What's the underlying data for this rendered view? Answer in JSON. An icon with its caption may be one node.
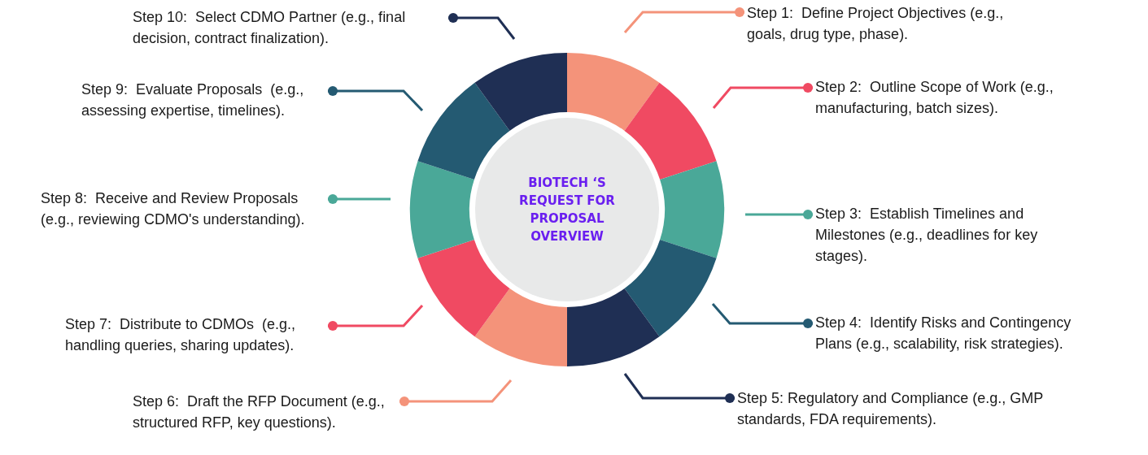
{
  "diagram": {
    "nodes": [
      {
        "text": [
          "BIOTECH ‘S REQUEST FOR PROPOSAL OVERVIEW"
        ]
      },
      {
        "text": [
          "Step 1:  Define Project Objectives (e.g., goals, drug type, phase)."
        ]
      },
      {
        "text": [
          "Step 2:  Outline Scope of Work (e.g., manufacturing, batch sizes)."
        ]
      },
      {
        "text": [
          "Step 3:  Establish Timelines and Milestones (e.g., deadlines for key stages)."
        ]
      },
      {
        "text": [
          "Step 4:  Identify Risks and Contingency Plans (e.g., scalability, risk strategies)."
        ]
      },
      {
        "text": [
          "Step 5: Regulatory and Compliance (e.g., GMP standards, FDA requirements)."
        ]
      },
      {
        "text": [
          "Step 6:  Draft the RFP Document (e.g., structured RFP, key questions)."
        ]
      },
      {
        "text": [
          "Step 7:  Distribute to CDMOs  (e.g., handling queries, sharing updates)."
        ]
      },
      {
        "text": [
          "Step 8:  Receive and Review Proposals (e.g., reviewing CDMO's understanding)."
        ]
      },
      {
        "text": [
          "Step 9:  Evaluate Proposals  (e.g., assessing expertise, timelines)."
        ]
      },
      {
        "text": [
          "Step 10:  Select CDMO Partner (e.g., final decision, contract finalization)."
        ]
      }
    ],
    "edges": [
      {
        "from": 1,
        "to": null,
        "arrow": "other",
        "color": "#f4937a"
      },
      {
        "from": 2,
        "to": null,
        "arrow": "other",
        "color": "#f04a62"
      },
      {
        "from": 3,
        "to": null,
        "arrow": "other",
        "color": "#4aa898"
      },
      {
        "from": 4,
        "to": null,
        "arrow": "other",
        "color": "#245a72"
      },
      {
        "from": 5,
        "to": null,
        "arrow": "other",
        "color": "#1f2f54"
      },
      {
        "from": 6,
        "to": null,
        "arrow": "other",
        "color": "#f4937a"
      },
      {
        "from": 7,
        "to": null,
        "arrow": "other",
        "color": "#f04a62"
      },
      {
        "from": 8,
        "to": null,
        "arrow": "other",
        "color": "#4aa898"
      },
      {
        "from": 9,
        "to": null,
        "arrow": "other",
        "color": "#245a72"
      },
      {
        "from": 10,
        "to": null,
        "arrow": "other",
        "color": "#1f2f54"
      }
    ]
  }
}
